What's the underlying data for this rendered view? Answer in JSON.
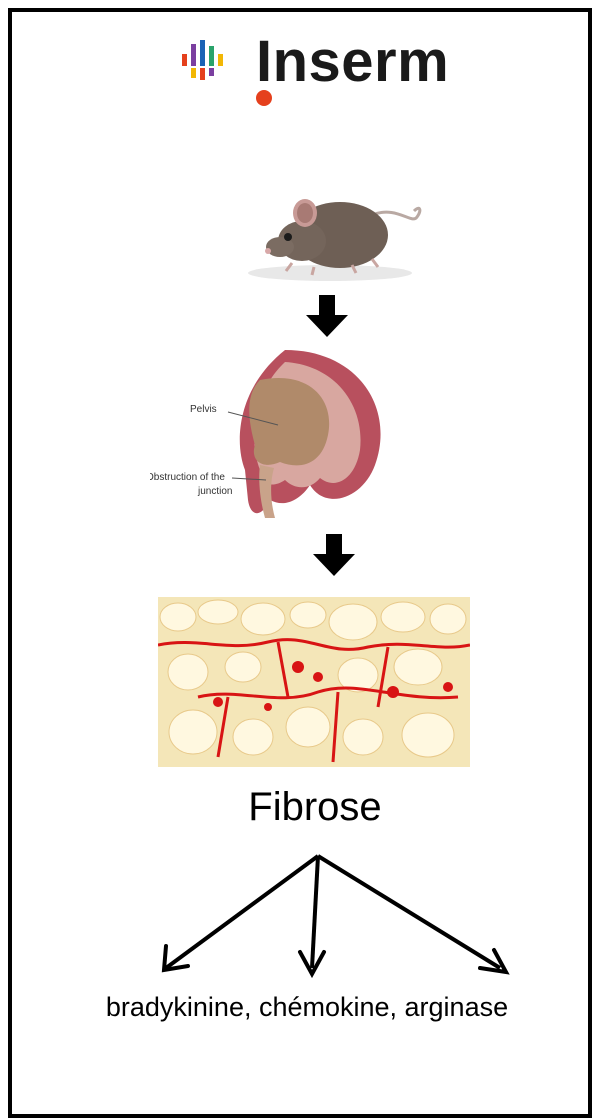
{
  "logo": {
    "text": "Inserm"
  },
  "kidney_labels": {
    "pelvis": "Pelvis",
    "obstruction_line1": "Obstruction of the",
    "obstruction_line2": "junction"
  },
  "labels": {
    "fibrose": "Fibrose",
    "markers": "bradykinine, chémokine, arginase"
  },
  "colors": {
    "logo_dot": "#e5401d",
    "fibrosis_red": "#d81414",
    "tissue_yellow": "#f4e6b8",
    "kidney_cortex": "#b8505e",
    "kidney_pelvis": "#b08a6a"
  }
}
